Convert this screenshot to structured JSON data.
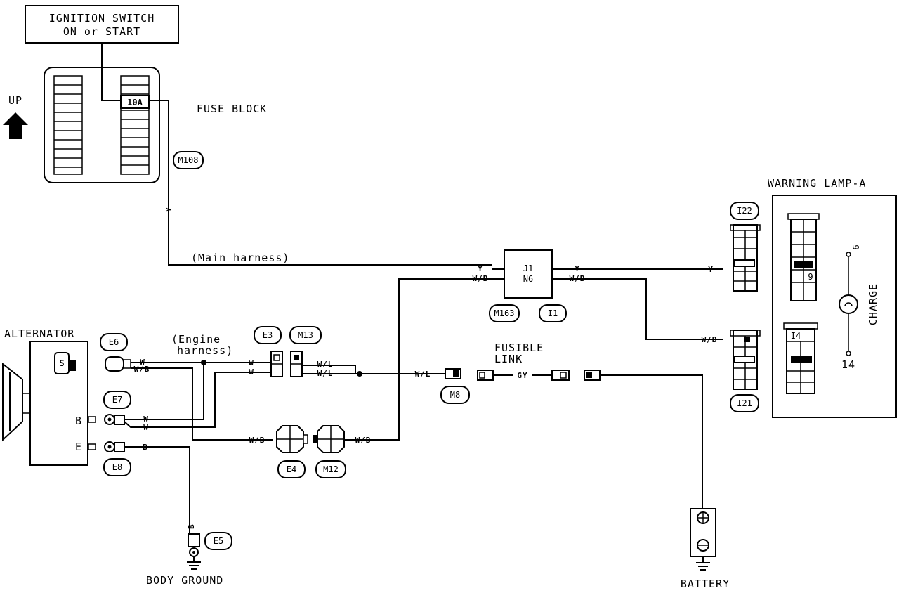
{
  "components": {
    "ignition_line1": "IGNITION SWITCH",
    "ignition_line2": "ON or START",
    "up": "UP",
    "fuse_block": "FUSE BLOCK",
    "fuse_rating": "10A",
    "warning_lamp": "WARNING LAMP-A",
    "charge": "CHARGE",
    "alternator": "ALTERNATOR",
    "alt_s": "S",
    "alt_b": "B",
    "alt_e": "E",
    "body_ground": "BODY GROUND",
    "battery": "BATTERY",
    "fusible_link_line1": "FUSIBLE",
    "fusible_link_line2": "LINK",
    "main_harness": "(Main harness)",
    "engine_harness_line1": "(Engine",
    "engine_harness_line2": "harness)",
    "joint_j1": "J1",
    "joint_n6": "N6",
    "pin_9": "9",
    "pin_14": "14"
  },
  "connectors": {
    "m108": "M108",
    "m163": "M163",
    "i1": "I1",
    "i22": "I22",
    "i21": "I21",
    "e6": "E6",
    "e7": "E7",
    "e8": "E8",
    "e5": "E5",
    "e3": "E3",
    "m13": "M13",
    "e4": "E4",
    "m12": "M12",
    "m8": "M8",
    "i14": "I4"
  },
  "wires": {
    "y": "Y",
    "wb": "W/B",
    "w": "W",
    "wl": "W/L",
    "b": "B",
    "gy": "GY"
  }
}
